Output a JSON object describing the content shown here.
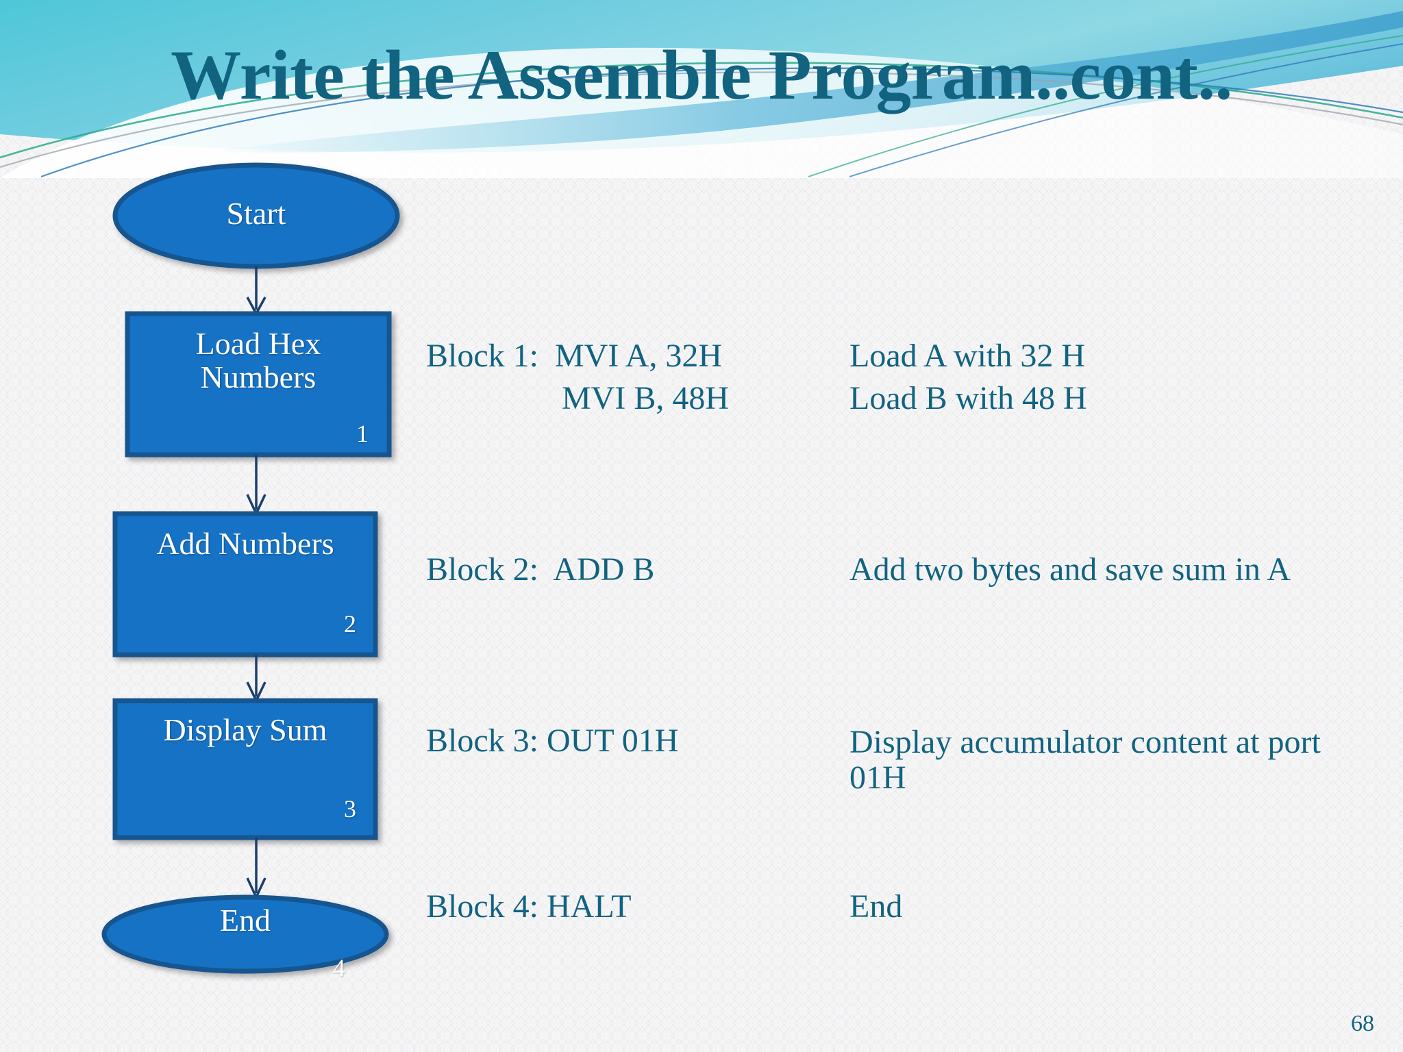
{
  "slide": {
    "title": "Write the Assemble Program..cont..",
    "page_number": "68",
    "accent_color": "#116380",
    "shape_fill": "#1572c4",
    "shape_stroke": "#17548f",
    "background_color": "#f6f5f6",
    "header_colors": {
      "band_top": "#78cfe0",
      "band_bottom": "#5fb4d8",
      "swoosh_light": "#8ed2e6",
      "swoosh_mid": "#57b4d9",
      "line_green": "#2aa88a",
      "line_blue": "#2775b8",
      "line_gray": "#9aa3ab"
    }
  },
  "flowchart": {
    "nodes": [
      {
        "id": "start",
        "shape": "ellipse",
        "label": "Start",
        "number": ""
      },
      {
        "id": "load",
        "shape": "rect",
        "label": "Load Hex\nNumbers",
        "number": "1"
      },
      {
        "id": "add",
        "shape": "rect",
        "label": "Add Numbers",
        "number": "2"
      },
      {
        "id": "show",
        "shape": "rect",
        "label": "Display Sum",
        "number": "3"
      },
      {
        "id": "end",
        "shape": "ellipse",
        "label": "End",
        "number": "4"
      }
    ],
    "connectors": [
      {
        "from": "start",
        "to": "load"
      },
      {
        "from": "load",
        "to": "add"
      },
      {
        "from": "add",
        "to": "show"
      },
      {
        "from": "show",
        "to": "end"
      }
    ]
  },
  "blocks": [
    {
      "label": "Block 1:",
      "code_line_1": "Block 1:  MVI A, 32H",
      "code_line_2": "MVI B, 48H",
      "desc_line_1": "Load A with 32 H",
      "desc_line_2": "Load B with 48 H"
    },
    {
      "label": "Block 2:",
      "code_line_1": "Block 2:  ADD B",
      "desc_line_1": "Add two bytes and save sum in A"
    },
    {
      "label": "Block 3:",
      "code_line_1": "Block 3: OUT 01H",
      "desc_line_1": "Display accumulator content at port 01H"
    },
    {
      "label": "Block 4:",
      "code_line_1": "Block 4: HALT",
      "desc_line_1": "End"
    }
  ]
}
